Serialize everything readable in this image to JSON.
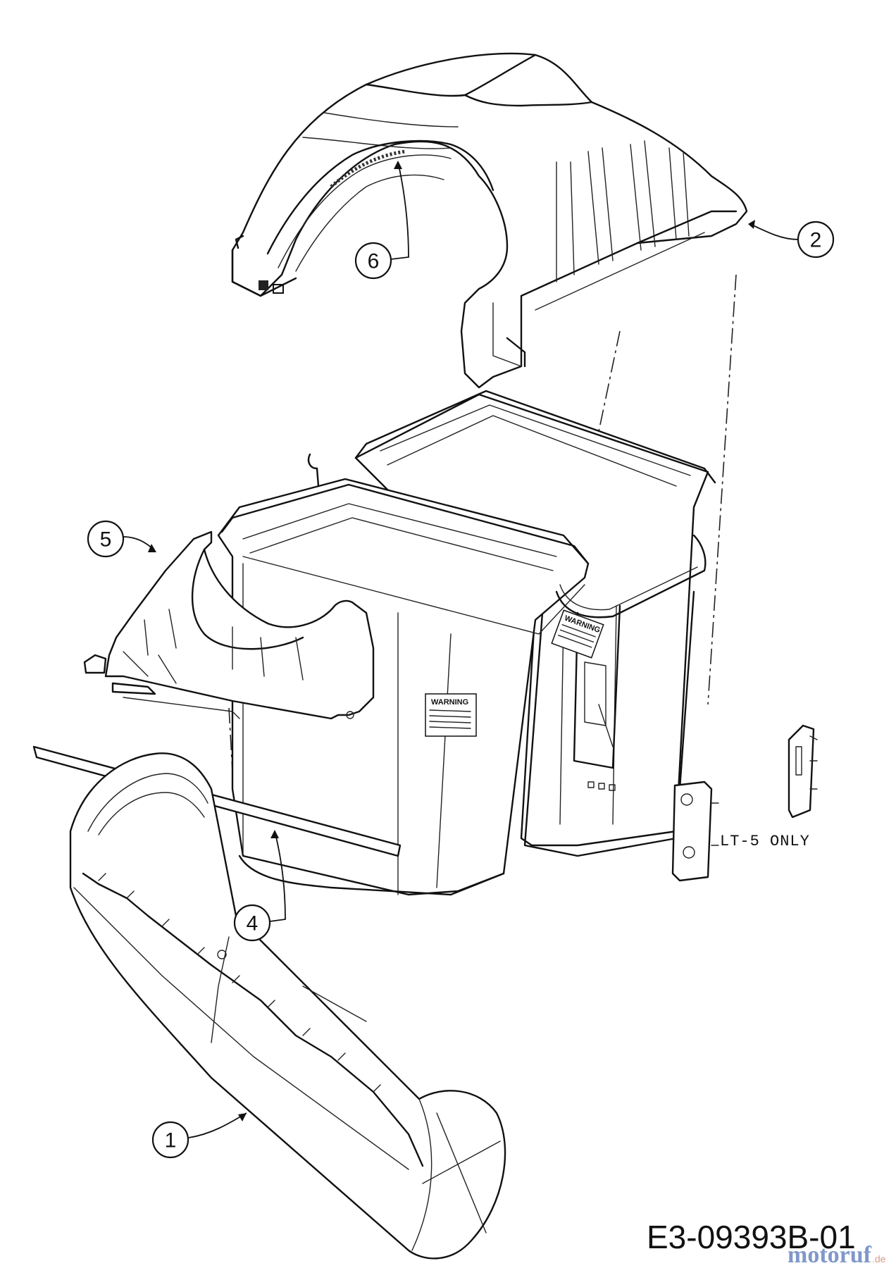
{
  "callouts": [
    {
      "id": "callout-1",
      "label": "1"
    },
    {
      "id": "callout-2",
      "label": "2"
    },
    {
      "id": "callout-4",
      "label": "4"
    },
    {
      "id": "callout-5",
      "label": "5"
    },
    {
      "id": "callout-6",
      "label": "6"
    }
  ],
  "note": "LT-5 ONLY",
  "drawing_number": "E3-09393B-01",
  "watermark": {
    "name": "motoruf",
    "suffix": ".de"
  },
  "warning_labels": [
    "WARNING",
    "WARNING"
  ]
}
